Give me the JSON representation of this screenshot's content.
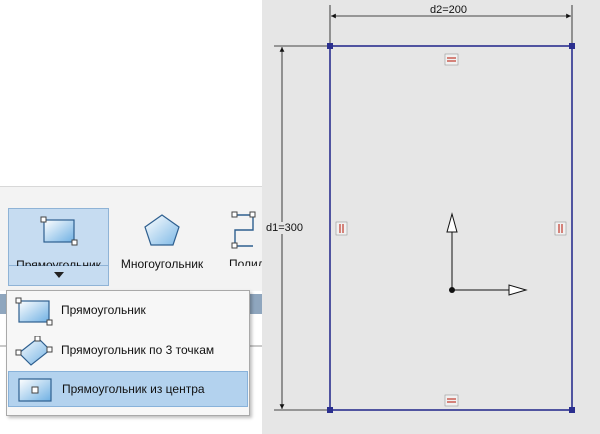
{
  "ribbon": {
    "tools": [
      {
        "label": "Прямоугольник",
        "active": true
      },
      {
        "label": "Многоугольник",
        "active": false
      },
      {
        "label": "Полил",
        "active": false
      }
    ]
  },
  "dropdown": {
    "items": [
      {
        "label": "Прямоугольник",
        "selected": false
      },
      {
        "label": "Прямоугольник по 3 точкам",
        "selected": false
      },
      {
        "label": "Прямоугольник из центра",
        "selected": true
      }
    ]
  },
  "sketch": {
    "dimension_width": "d2=200",
    "dimension_height": "d1=300",
    "line_color": "#2b2f8f",
    "constraint_color": "#c0392b"
  }
}
